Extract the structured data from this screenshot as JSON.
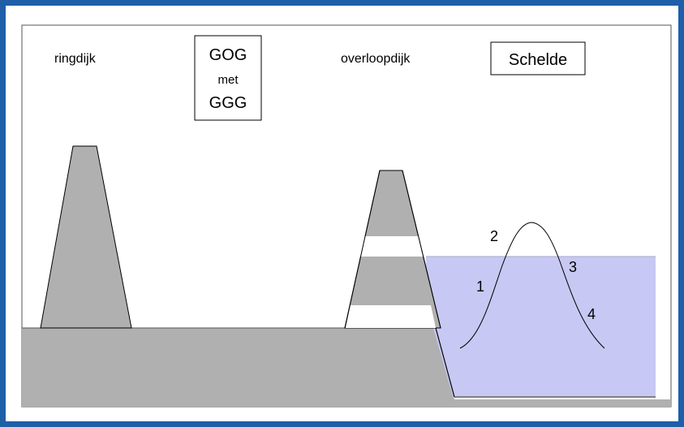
{
  "labels": {
    "ringdijk": "ringdijk",
    "gog_line1": "GOG",
    "gog_line2": "met",
    "gog_line3": "GGG",
    "overloopdijk": "overloopdijk",
    "schelde": "Schelde"
  },
  "curve_points": {
    "p1": "1",
    "p2": "2",
    "p3": "3",
    "p4": "4"
  },
  "colors": {
    "frame": "#1e5fa8",
    "background": "#ffffff",
    "dike_gray": "#b0b0b0",
    "ground_gray": "#b0b0b0",
    "water": "#c8c8f4",
    "outline": "#000000"
  }
}
